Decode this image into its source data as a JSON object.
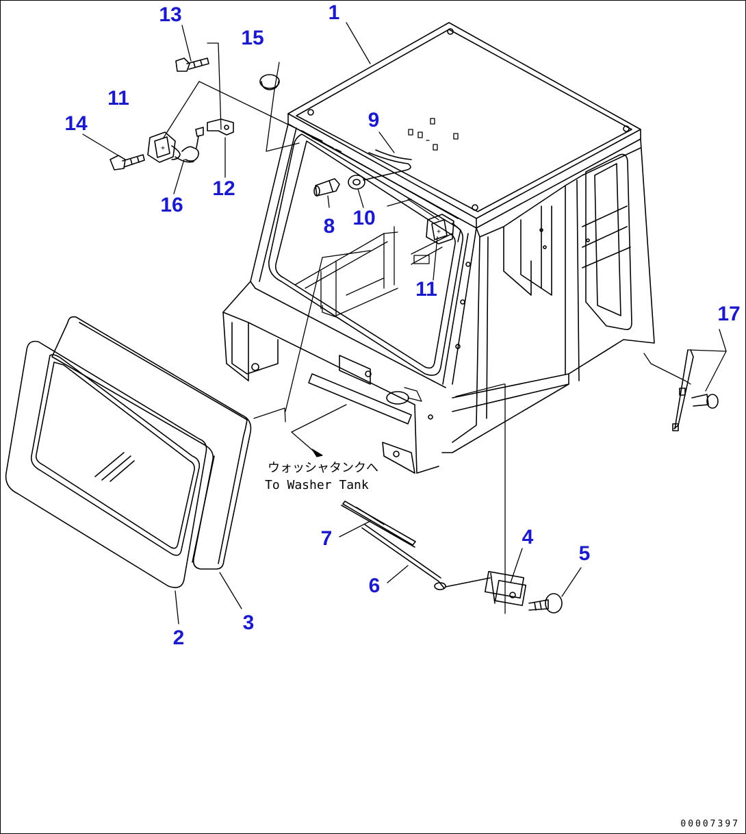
{
  "diagram": {
    "accent_color": "#1a1acc",
    "line_color": "#000000",
    "callouts": [
      {
        "id": "c1",
        "label": "1"
      },
      {
        "id": "c2",
        "label": "2"
      },
      {
        "id": "c3",
        "label": "3"
      },
      {
        "id": "c4",
        "label": "4"
      },
      {
        "id": "c5",
        "label": "5"
      },
      {
        "id": "c6",
        "label": "6"
      },
      {
        "id": "c7",
        "label": "7"
      },
      {
        "id": "c8",
        "label": "8"
      },
      {
        "id": "c9",
        "label": "9"
      },
      {
        "id": "c10",
        "label": "10"
      },
      {
        "id": "c11a",
        "label": "11"
      },
      {
        "id": "c11b",
        "label": "11"
      },
      {
        "id": "c12",
        "label": "12"
      },
      {
        "id": "c13",
        "label": "13"
      },
      {
        "id": "c14",
        "label": "14"
      },
      {
        "id": "c15",
        "label": "15"
      },
      {
        "id": "c16",
        "label": "16"
      },
      {
        "id": "c17",
        "label": "17"
      }
    ],
    "note_jp": "ウォッシャタンクへ",
    "note_en": "To Washer Tank",
    "reference_code": "00007397"
  }
}
